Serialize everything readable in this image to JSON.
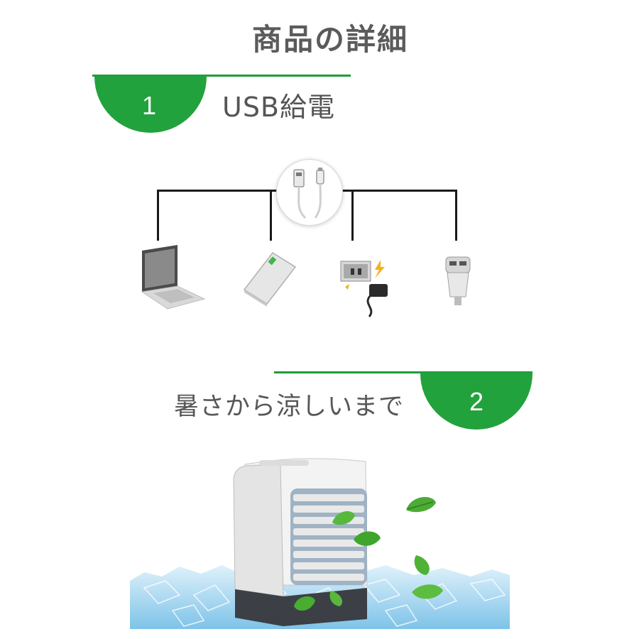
{
  "page": {
    "title": "商品の詳細"
  },
  "section1": {
    "number": "1",
    "title": "USB給電"
  },
  "section2": {
    "number": "2",
    "title": "暑さから涼しいまで"
  },
  "colors": {
    "accent_green": "#22a23c",
    "title_gray": "#5b5b5b",
    "line_black": "#1a1a1a"
  },
  "devices": [
    {
      "icon": "laptop-icon"
    },
    {
      "icon": "power-bank-icon"
    },
    {
      "icon": "wall-adapter-icon"
    },
    {
      "icon": "car-charger-icon"
    }
  ],
  "illustrations": {
    "cable": "usb-cable-icon",
    "product": "air-cooler-icon",
    "leaves": "leaf-icon",
    "ice": "ice-cubes-icon"
  }
}
